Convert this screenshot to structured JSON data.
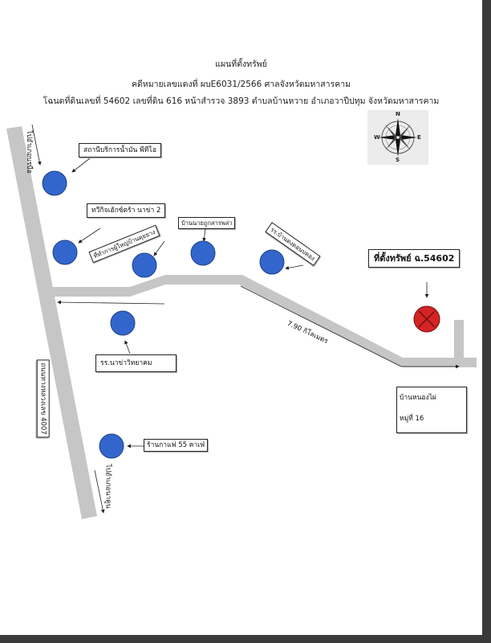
{
  "header": {
    "title": "แผนที่ตั้งทรัพย์",
    "case_line": "คดีหมายเลขแดงที่ ผบE6031/2566 ศาลจังหวัดมหาสารคาม",
    "deed_line": "โฉนดที่ดินเลขที่ 54602  เลขที่ดิน 616 หน้าสำรวจ 3893 ตำบลบ้านหวาย อำเภอวาปีปทุม จังหวัดมหาสารคาม"
  },
  "compass": {
    "n": "N",
    "s": "S",
    "e": "E",
    "w": "W"
  },
  "roads": {
    "to_top": "ไปอำเภอบรบือ",
    "to_bottom": "ไปอำเภอนาดูน",
    "highway": "ถนนทางหลวงเลข 4007",
    "distance": "7.90 กิโลเมตร"
  },
  "landmarks": {
    "gas_station": "สถานีบริการน้ำมัน พีทีโอ",
    "shop": "ทวีกิจเฮ้กซ์ตร้า นาข่า 2",
    "office": "ที่ทำการผู้ใหญ่บ้านคุยยาง",
    "village_house": "บ้านนายถูกสารพล่า",
    "school_right": "รร.บ้านดงดอนบคอง",
    "school_naka": "รร.นาข่าวิทยาคม",
    "cafe": "ร้านกาแฟ 55 คาเฟ่"
  },
  "property": {
    "label": "ที่ตั้งทรัพย์ ฉ.54602",
    "village": "บ้านหนองไผ่",
    "moo": "หมู่ที่ 16"
  },
  "colors": {
    "road": "#c6c6c6",
    "marker": "#3366cc",
    "marker_stroke": "#1e3f88",
    "property": "#d42424"
  }
}
